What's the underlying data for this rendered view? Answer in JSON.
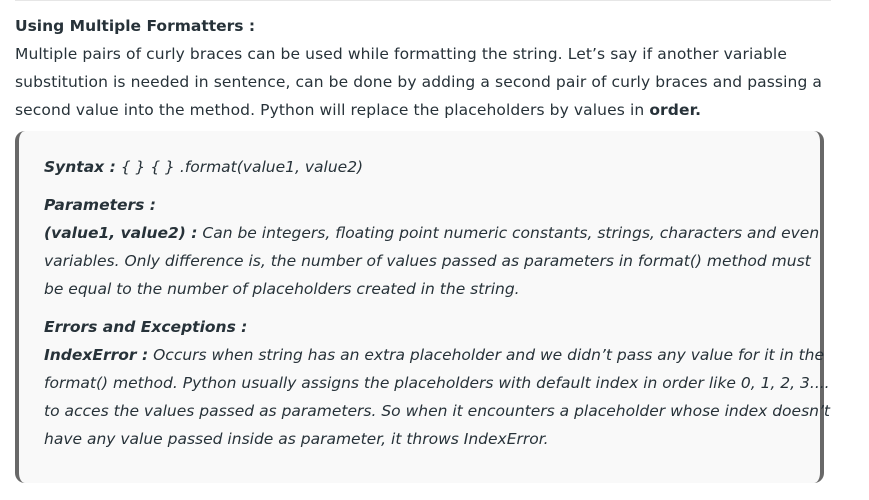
{
  "heading": "Using Multiple Formatters :",
  "intro": {
    "lines": [
      "Multiple pairs of curly braces can be used while formatting the string. Let’s say if another variable",
      "substitution is needed in sentence, can be done by adding a second pair of curly braces and passing a"
    ],
    "line3_text": "second value into the method. Python will replace the placeholders by values in ",
    "line3_bold": "order."
  },
  "box": {
    "syntax_label": "Syntax :",
    "syntax_value": " { } { } .format(value1, value2)",
    "parameters_label": "Parameters :",
    "param_name": "(value1, value2) :",
    "param_lines": [
      " Can be integers, floating point numeric constants, strings, characters and even",
      "variables. Only difference is, the number of values passed as parameters in format() method must",
      "be equal to the number of placeholders created in the string."
    ],
    "errors_label": "Errors and Exceptions :",
    "error_name": "IndexError :",
    "error_lines": [
      " Occurs when string has an extra placeholder and we didn’t pass any value for it in the",
      "format() method. Python usually assigns the placeholders with default index in order like 0, 1, 2, 3....",
      "to acces the values passed as parameters. So when it encounters a placeholder whose index doesn’t",
      "have any value passed inside as parameter, it throws IndexError."
    ]
  }
}
